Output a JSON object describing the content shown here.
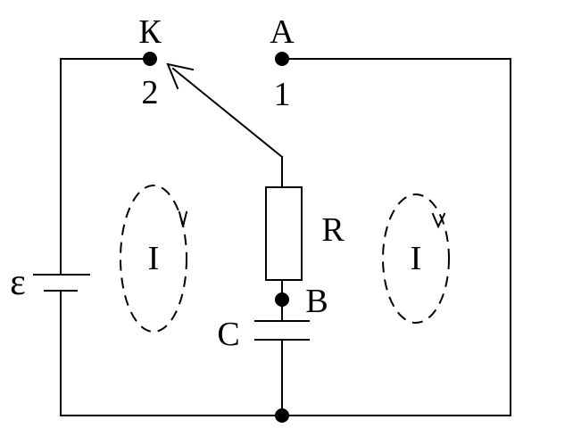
{
  "diagram": {
    "labels": {
      "switch": "К",
      "terminal_a": "A",
      "contact_2": "2",
      "contact_1": "1",
      "resistor": "R",
      "node_b": "B",
      "capacitor": "C",
      "emf": "ε",
      "current_left": "I",
      "current_right": "I"
    },
    "colors": {
      "line": "#000000",
      "background": "#ffffff"
    }
  }
}
